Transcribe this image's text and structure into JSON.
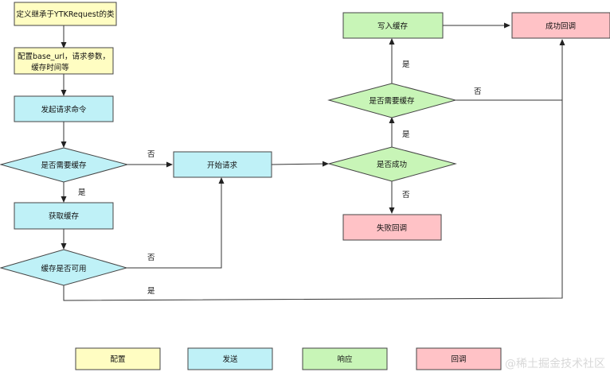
{
  "colors": {
    "config": "#fffdc2",
    "send": "#bff1f7",
    "response": "#c8f5b7",
    "callback": "#ffc2c6",
    "stroke": "#444444"
  },
  "nodes": {
    "define_class": "定义继承于YTKRequest的类",
    "config_line1": "配置base_url，请求参数，",
    "config_line2": "缓存时间等",
    "send_command": "发起请求命令",
    "need_cache": "是否需要缓存",
    "get_cache": "获取缓存",
    "cache_usable": "缓存是否可用",
    "start_request": "开始请求",
    "is_success": "是否成功",
    "fail_callback": "失败回调",
    "need_write_cache": "是否需要缓存",
    "write_cache": "写入缓存",
    "success_callback": "成功回调"
  },
  "edge_labels": {
    "need_cache_no": "否",
    "need_cache_yes": "是",
    "usable_no": "否",
    "usable_yes": "是",
    "success_yes": "是",
    "success_no": "否",
    "write_yes": "是",
    "write_no": "否"
  },
  "legend": {
    "config": "配置",
    "send": "发送",
    "response": "响应",
    "callback": "回调"
  },
  "watermark": "@稀土掘金技术社区"
}
